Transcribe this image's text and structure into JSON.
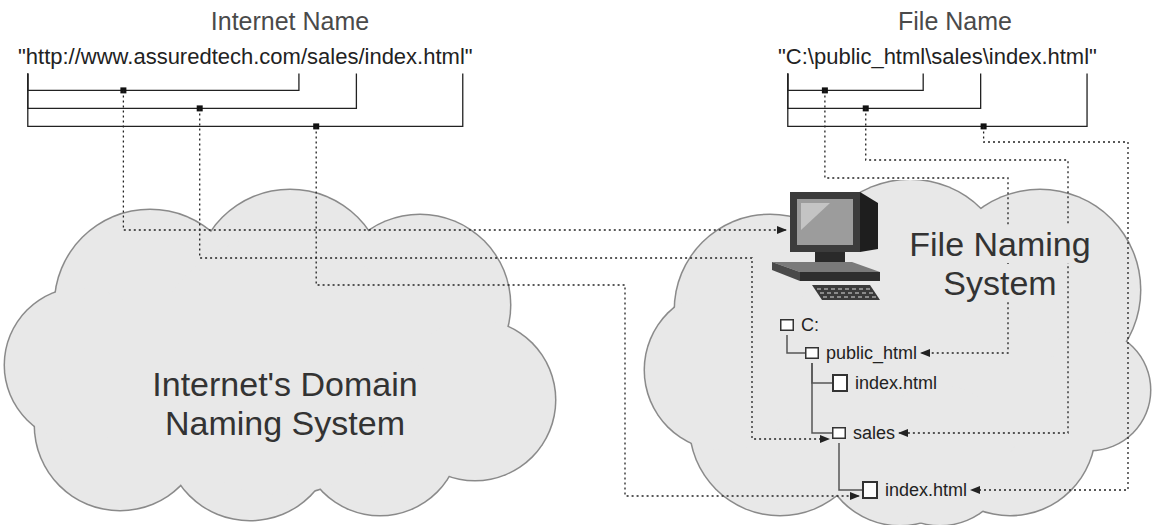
{
  "diagram": {
    "nodes": [
      {
        "text": [
          "Internet's Domain Naming System"
        ]
      },
      {
        "text": [
          "File Naming System"
        ]
      },
      {
        "text": [
          "C:"
        ],
        "in": 1
      },
      {
        "text": [
          "public_html"
        ],
        "in": 1
      },
      {
        "text": [
          "index.html"
        ],
        "in": 1
      },
      {
        "text": [
          "sales"
        ],
        "in": 1
      },
      {
        "text": [
          "index.html"
        ],
        "in": 1
      }
    ],
    "edges": [
      {
        "from": 2,
        "to": 3,
        "arrow": "none"
      },
      {
        "from": 3,
        "to": 4,
        "arrow": "none"
      },
      {
        "from": 3,
        "to": 5,
        "arrow": "none"
      },
      {
        "from": 5,
        "to": 6,
        "arrow": "none"
      }
    ],
    "labels": [
      "Internet Name",
      "\"http://www.assuredtech.com/sales/index.html\"",
      "File Name",
      "\"C:\\public_html\\sales\\index.html\""
    ]
  }
}
